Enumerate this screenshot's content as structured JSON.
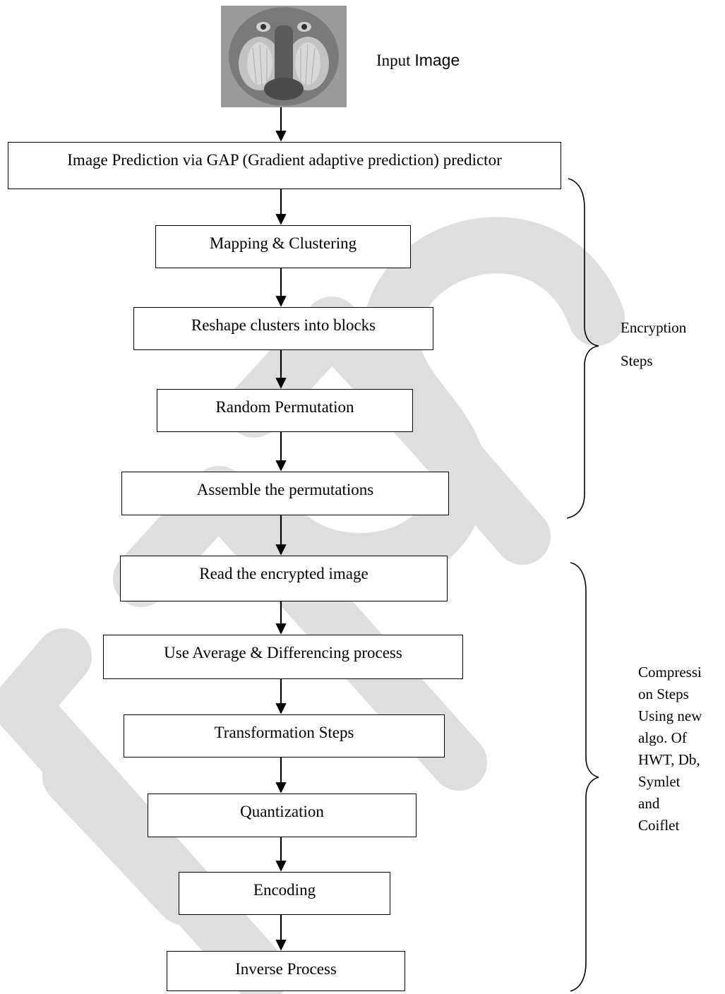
{
  "input": {
    "label_prefix": "Input ",
    "label_suffix": "Image"
  },
  "steps": [
    "Image Prediction via GAP (Gradient adaptive prediction) predictor",
    "Mapping & Clustering",
    "Reshape clusters into blocks",
    "Random Permutation",
    "Assemble the permutations",
    "Read the encrypted image",
    "Use Average & Differencing process",
    "Transformation Steps",
    "Quantization",
    "Encoding",
    "Inverse Process"
  ],
  "groups": {
    "encryption": {
      "lines": [
        "Encryption",
        "Steps"
      ]
    },
    "compression": {
      "lines": [
        "Compressi",
        "on Steps",
        "Using new",
        "algo. Of",
        "HWT, Db,",
        "Symlet",
        "and",
        "Coiflet"
      ]
    }
  }
}
